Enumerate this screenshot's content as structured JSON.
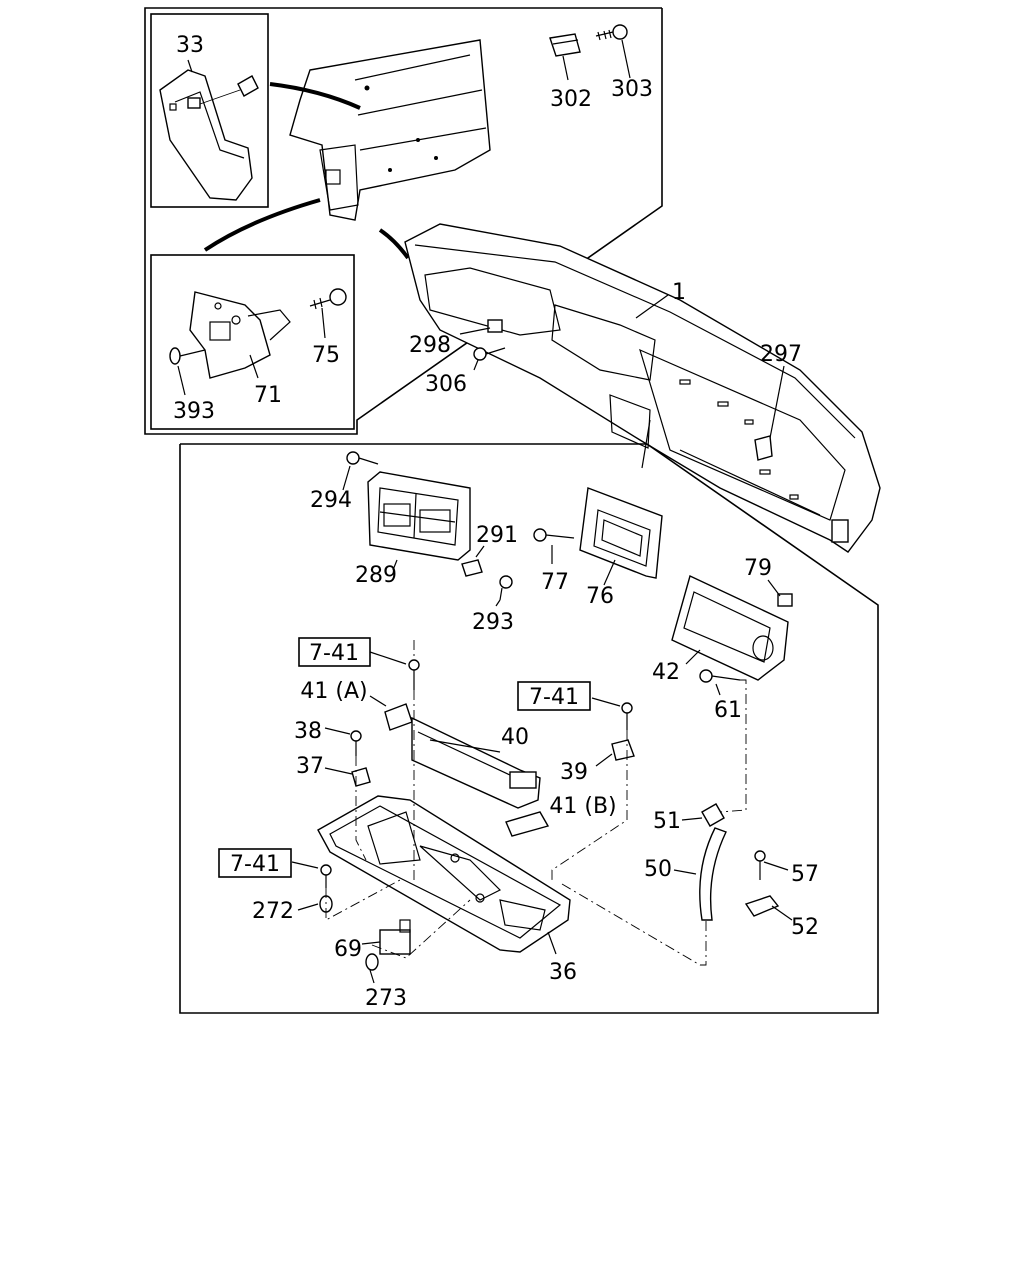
{
  "callouts": {
    "c33": "33",
    "c302": "302",
    "c303": "303",
    "c75": "75",
    "c71": "71",
    "c393": "393",
    "c1": "1",
    "c298": "298",
    "c306": "306",
    "c297": "297",
    "c294": "294",
    "c289": "289",
    "c291": "291",
    "c293": "293",
    "c77": "77",
    "c76": "76",
    "c79": "79",
    "c42": "42",
    "c61": "61",
    "c41a": "41 (A)",
    "c41b": "41 (B)",
    "c38": "38",
    "c37": "37",
    "c40": "40",
    "c39": "39",
    "c51": "51",
    "c50": "50",
    "c57": "57",
    "c52": "52",
    "c272": "272",
    "c69": "69",
    "c273": "273",
    "c36": "36"
  },
  "references": {
    "ref1": "7-41",
    "ref2": "7-41",
    "ref3": "7-41"
  }
}
